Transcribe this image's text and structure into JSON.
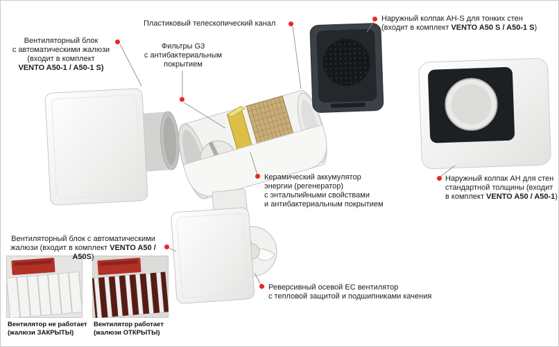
{
  "colors": {
    "dot_red": "#e8281e",
    "line_gray": "#8c8c8c",
    "filter_yellow": "#dcbf46",
    "motor_red": "#b23127",
    "hood_dark": "#3c4147"
  },
  "labels": {
    "fan_block_top": {
      "line1": "Вентиляторный блок",
      "line2": "с автоматическими жалюзи",
      "line3": "(входит в комплект",
      "line4": "VENTO A50-1 / A50-1 S)"
    },
    "telescopic_channel": {
      "line1": "Пластиковый телескопический канал"
    },
    "filters_g3": {
      "line1": "Фильтры G3",
      "line2": "с антибактериальным",
      "line3": "покрытием"
    },
    "hood_ahs": {
      "line1": "Наружный колпак AH-S для тонких стен",
      "line2_pre": "(входит в комплект ",
      "line2_bold": "VENTO A50 S / A50-1 S",
      "line2_post": ")"
    },
    "hood_ah": {
      "line1": "Наружный колпак AH для стен",
      "line2": "стандартной толщины (входит",
      "line3_pre": "в комплект ",
      "line3_bold": "VENTO A50 / A50-1",
      "line3_post": ")"
    },
    "ceramic_regenerator": {
      "line1": "Керамический аккумулятор",
      "line2": "энергии (регенератор)",
      "line3": "с энтальпийными свойствами",
      "line4": "и антибактериальным покрытием"
    },
    "ec_fan": {
      "line1": "Реверсивный осевой EC вентилятор",
      "line2": "с тепловой защитой и подшипниками качения"
    },
    "fan_block_bottom": {
      "line1": "Вентиляторный блок с автоматическими",
      "line2_pre": "жалюзи (входит в комплект ",
      "line2_bold": "VENTO A50 / A50S",
      "line2_post": ")"
    }
  },
  "captions": {
    "louvers_closed": {
      "line1": "Вентилятор не работает",
      "line2": "(жалюзи ЗАКРЫТЫ)"
    },
    "louvers_open": {
      "line1": "Вентилятор работает",
      "line2": "(жалюзи ОТКРЫТЫ)"
    }
  },
  "components": {
    "fan_block_top_image": "ventilator-block-front-panel",
    "telescopic_channel_image": "telescopic-channel-cutaway",
    "hood_ahs_image": "outdoor-hood-ah-s",
    "hood_ah_image": "outdoor-hood-ah",
    "fan_block_bottom_image": "ventilator-block-with-fan",
    "louvers_closed_image": "louvers-closed-photo",
    "louvers_open_image": "louvers-open-photo"
  }
}
